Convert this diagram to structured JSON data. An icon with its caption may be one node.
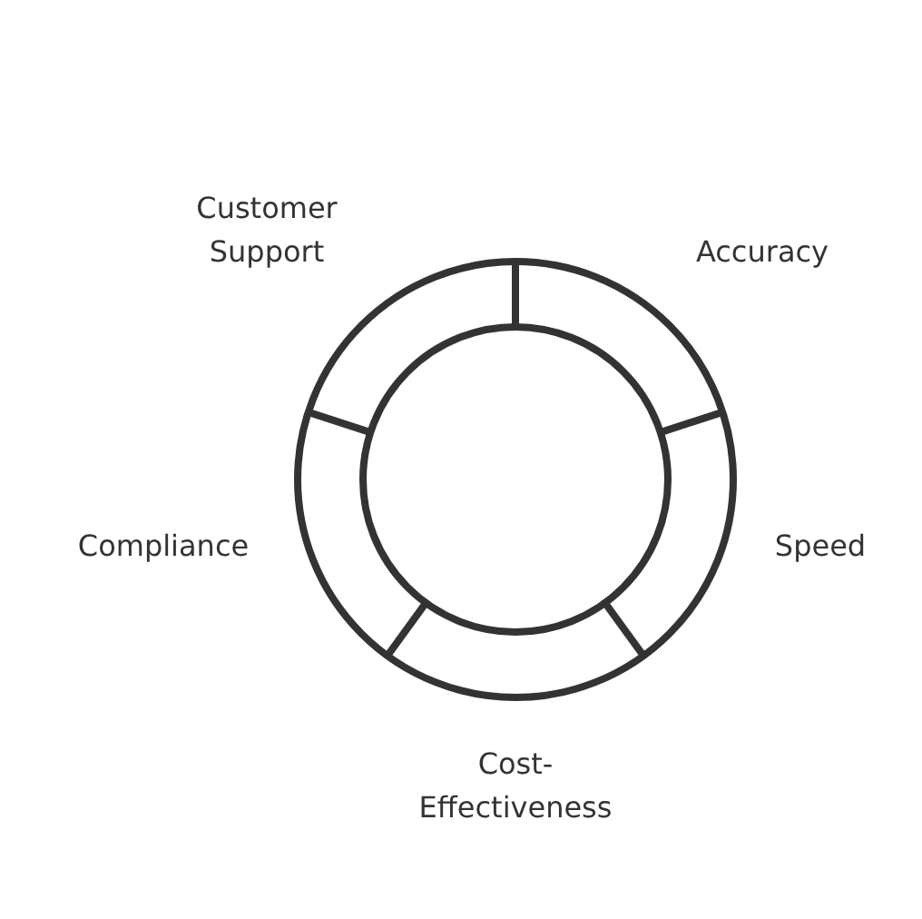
{
  "diagram": {
    "labels": [
      "Customer Support",
      "Accuracy",
      "Compliance",
      "Speed",
      "Cost-Effectiveness"
    ]
  }
}
